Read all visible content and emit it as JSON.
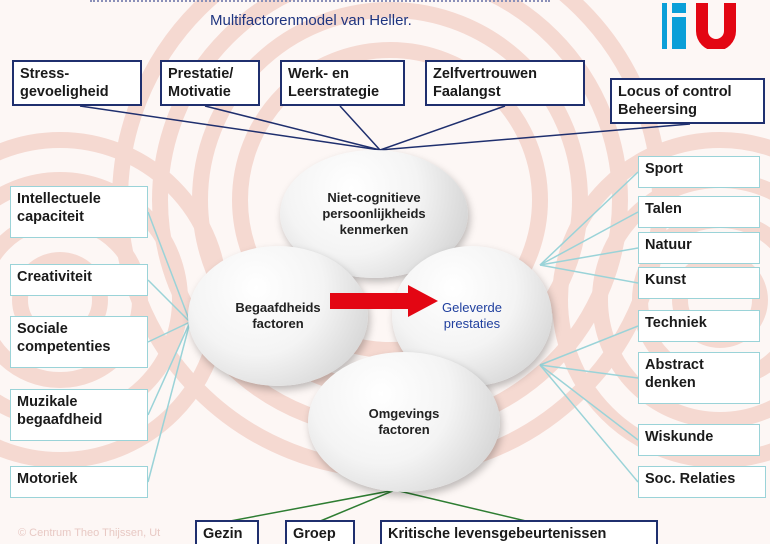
{
  "title": "Multifactorenmodel van Heller.",
  "copyright": "© Centrum Theo Thijssen, Ut",
  "top_boxes": [
    "Stress-\ngevoeligheid",
    "Prestatie/\nMotivatie",
    "Werk- en\nLeerstrategie",
    "Zelfvertrouwen\nFaalangst",
    "Locus of control\nBeheersing"
  ],
  "left_boxes": [
    "Intellectuele\ncapaciteit",
    "Creativiteit",
    "Sociale\ncompetenties",
    "Muzikale\nbegaafdheid",
    "Motoriek"
  ],
  "right_boxes": [
    "Sport",
    "Talen",
    "Natuur",
    "Kunst",
    "Techniek",
    "Abstract\ndenken",
    "Wiskunde",
    "Soc. Relaties"
  ],
  "bottom_boxes": [
    "Gezin",
    "Groep",
    "Kritische levensgebeurtenissen"
  ],
  "circles": {
    "top": "Niet-cognitieve\npersoonlijkheids\nkenmerken",
    "left": "Begaafdheids\nfactoren",
    "right": "Geleverde\nprestaties",
    "bottom": "Omgevings\nfactoren"
  },
  "colors": {
    "dark_border": "#1f2f6e",
    "teal_border": "#9ad3d8",
    "arrow": "#e30613",
    "bottom_lines": "#2e7d32",
    "title": "#1f3580"
  }
}
